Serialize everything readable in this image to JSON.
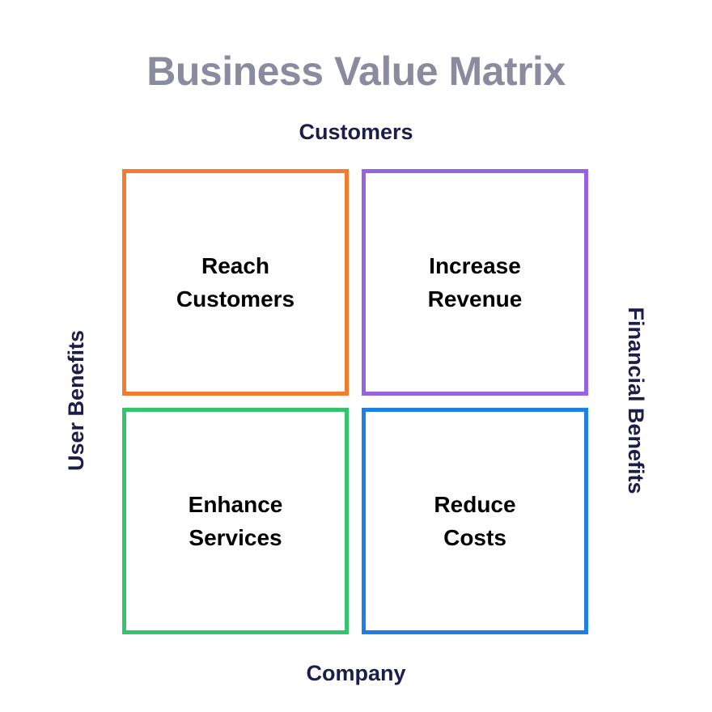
{
  "title": "Business Value Matrix",
  "axes": {
    "top": "Customers",
    "bottom": "Company",
    "left": "User Benefits",
    "right": "Financial Benefits"
  },
  "quadrants": {
    "top_left": {
      "line1": "Reach",
      "line2": "Customers",
      "color": "#f47a2e"
    },
    "top_right": {
      "line1": "Increase",
      "line2": "Revenue",
      "color": "#9663e3"
    },
    "bottom_left": {
      "line1": "Enhance",
      "line2": "Services",
      "color": "#33c46d"
    },
    "bottom_right": {
      "line1": "Reduce",
      "line2": "Costs",
      "color": "#1e80e6"
    }
  }
}
